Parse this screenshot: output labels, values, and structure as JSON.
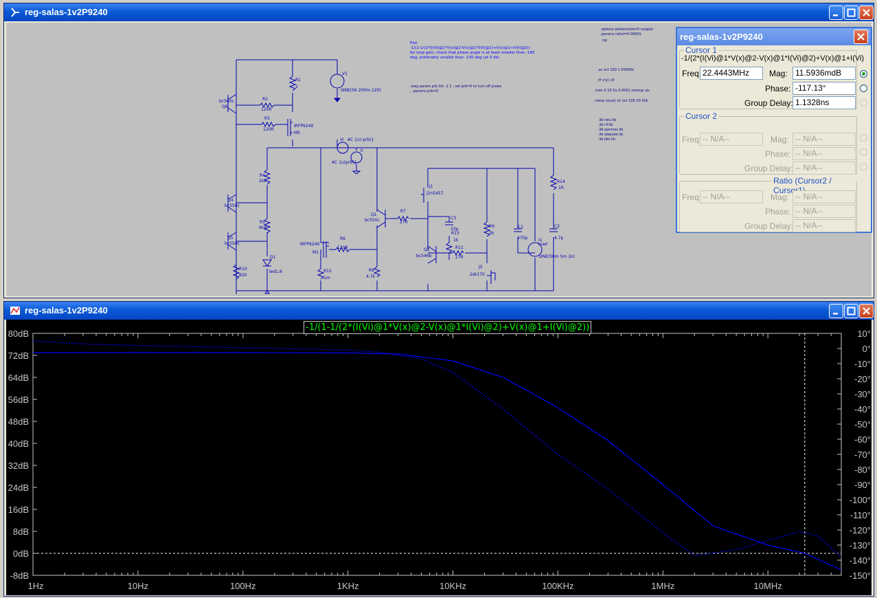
{
  "schematic_window": {
    "title": "reg-salas-1v2P9240",
    "directives": {
      "plot_heading": "Plot",
      "plot_expr": "-1/(1-1/(2*(I(Vi)@1*V(x)@2-V(x)@1*I(Vi)@2)+V(x)@1+I(Vi)@2))",
      "plot_note1": "for loop gain, check that phase angle is at least smaller than -180",
      "plot_note2": "deg, preferably smaller than -135 deg (at 0 db)",
      "step1": ".step param prb list -1 1 ; set prb=0 to turn off probe",
      "step2": "; .params prb=0",
      "opt1": ".options plotwinsize=0 nooplar",
      ".params_line": "",
      "opt2": ".params reltol=0.00001",
      "opt3": ";op",
      "ac": ".ac oct 100 1 50000k",
      "tf": ";tf v(y) v3",
      "tran": ";tran 0 15 5u 0.0001 startup uic",
      "noise": ";noise v(out) v1 oct 100 20 50k",
      "lib1": ".lib relu.lib",
      "lib2": ".lib irf.lib",
      "lib3": ".lib pwrmos.lib",
      "lib4": ".lib sbipolar.lib",
      "lib5": ".lib jfet.lib"
    },
    "parts": {
      "V1": "V1",
      "V1_val": "SINE(56 200m 120)",
      "R1": "R1",
      "R1_val": "2",
      "R2": "R2",
      "R2_val": "120R",
      "R3": "R3",
      "R3_val": "120R",
      "Q6": "Q6",
      "Q6_val": "bc560c",
      "M5": "M5",
      "M5_val": "IRFP9240",
      "R4": "R4",
      "R4_val": "2k2",
      "Q4": "Q4",
      "Q4_val": "bc550c",
      "R5": "R5",
      "R5_val": "6k8",
      "Q5": "Q5",
      "Q5_val": "bc550c",
      "D1": "D1",
      "D1_val": "led1.8",
      "R10": "R10",
      "R10_val": "820",
      "Vi": "Vi",
      "Vi_val": "AC {u(-prb)}",
      "Ii": "Ii",
      "Ii_val": "AC {u(prb)}",
      "M1": "M1",
      "M1_val": "IRFP9240",
      "R6": "R6",
      "R6_val": "120R",
      "R12": "R12",
      "R12_val": "1m",
      "Q1": "Q1",
      "Q1_val": "bc550c",
      "R8": "R8",
      "R8_val": "4.7k",
      "R7": "R7",
      "R7_val": "27R",
      "J1": "J1",
      "J1_val": "j2n5457",
      "C3": "C3",
      "C3_val": "33p",
      "R13": "R13",
      "R13_val": "1k",
      "Q2": "Q2",
      "Q2_val": "bc546b",
      "R11": "R11",
      "R11_val": "27R",
      "J2": "J2",
      "J2_val": "2sk170",
      "R9": "R9",
      "R9_val": "3k",
      "C1": "C1",
      "C1_val": "470p",
      "I1": "I1",
      "I1_val": "load",
      "I1_sine": "SINE(50m 5m 1k)",
      "R14": "R14",
      "R14_val": "1R",
      "C2": "C2",
      "C2_val": "4.7p"
    }
  },
  "cursor_dialog": {
    "title": "reg-salas-1v2P9240",
    "cursor1": {
      "label": "Cursor 1",
      "expr": "-1/(2*(I(Vi)@1*V(x)@2-V(x)@1*I(Vi)@2)+V(x)@1+I(Vi)",
      "freq_label": "Freq:",
      "freq": "22.4443MHz",
      "mag_label": "Mag:",
      "mag": "11.5936mdB",
      "phase_label": "Phase:",
      "phase": "-117.13°",
      "gd_label": "Group Delay:",
      "gd": "1.1328ns"
    },
    "cursor2": {
      "label": "Cursor 2",
      "freq_label": "Freq:",
      "freq": "-- N/A--",
      "mag_label": "Mag:",
      "mag": "-- N/A--",
      "phase_label": "Phase:",
      "phase": "-- N/A--",
      "gd_label": "Group Delay:",
      "gd": "-- N/A--"
    },
    "ratio": {
      "label": "Ratio (Cursor2 / Cursor1)",
      "freq_label": "Freq:",
      "freq": "-- N/A--",
      "mag_label": "Mag:",
      "mag": "-- N/A--",
      "phase_label": "Phase:",
      "phase": "-- N/A--",
      "gd_label": "Group Delay:",
      "gd": "-- N/A--"
    }
  },
  "plot_window": {
    "title": "reg-salas-1v2P9240",
    "trace_label": "-1/(1-1/(2*(I(Vi)@1*V(x)@2-V(x)@1*I(Vi)@2)+V(x)@1+I(Vi)@2))"
  },
  "colors": {
    "trace": "#0000ff",
    "trace_label": "#00ff00",
    "axis_text": "#c8c8c8",
    "schematic_wire": "#0000b0",
    "plot_bg": "#000000"
  },
  "chart_data": {
    "type": "line",
    "x_scale": "log",
    "x_ticks": [
      "1Hz",
      "10Hz",
      "100Hz",
      "1KHz",
      "10KHz",
      "100KHz",
      "1MHz",
      "10MHz"
    ],
    "y_left_ticks": [
      "80dB",
      "72dB",
      "64dB",
      "56dB",
      "48dB",
      "40dB",
      "32dB",
      "24dB",
      "16dB",
      "8dB",
      "0dB",
      "-8dB"
    ],
    "y_right_ticks": [
      "10°",
      "0°",
      "-10°",
      "-20°",
      "-30°",
      "-40°",
      "-50°",
      "-60°",
      "-70°",
      "-80°",
      "-90°",
      "-100°",
      "-110°",
      "-120°",
      "-130°",
      "-140°",
      "-150°"
    ],
    "ylim_left": [
      -8,
      80
    ],
    "ylim_right": [
      -150,
      10
    ],
    "xlim_hz": [
      1,
      50000000
    ],
    "cursor_freq_hz": 22444300,
    "magnitude_db": {
      "x": [
        1,
        10,
        100,
        1000,
        3000,
        10000,
        30000,
        100000,
        300000,
        1000000,
        3000000,
        10000000,
        22444300,
        50000000
      ],
      "y": [
        73,
        73,
        73,
        72.9,
        72.5,
        70,
        64,
        53,
        41,
        25,
        10,
        3,
        0,
        -6
      ]
    },
    "phase_deg": {
      "x": [
        1,
        3,
        10,
        100,
        1000,
        2000,
        5000,
        10000,
        30000,
        100000,
        300000,
        1000000,
        2000000,
        5000000,
        10000000,
        20000000,
        30000000,
        50000000
      ],
      "y": [
        5,
        3,
        2,
        0.5,
        -1,
        -2.5,
        -7,
        -16,
        -40,
        -70,
        -93,
        -122,
        -137,
        -133,
        -127,
        -121,
        -124,
        -138
      ]
    }
  }
}
